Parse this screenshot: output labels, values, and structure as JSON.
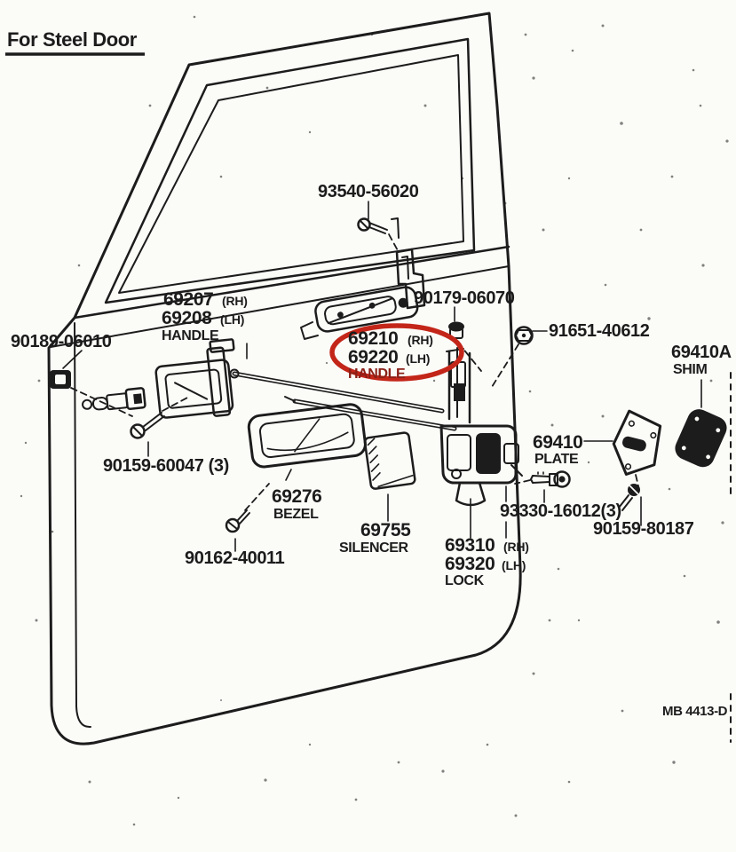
{
  "page": {
    "title": "For Steel Door",
    "doc_ref": "MB 4413-D",
    "accent_red": "#c32619",
    "ink": "#1c1c1c"
  },
  "parts": {
    "screw_handle_mount": {
      "number": "93540-56020"
    },
    "inside_handle": {
      "number_rh": "69207",
      "side_rh": "(RH)",
      "number_lh": "69208",
      "side_lh": "(LH)",
      "name": "HANDLE"
    },
    "handle_grommet": {
      "number": "90179-06070"
    },
    "outside_handle": {
      "number_rh": "69210",
      "side_rh": "(RH)",
      "number_lh": "69220",
      "side_lh": "(LH)",
      "name": "HANDLE",
      "highlighted": true
    },
    "lock_set_bolt": {
      "number": "91651-40612"
    },
    "shim": {
      "number": "69410A",
      "name": "SHIM"
    },
    "clip": {
      "number": "90189-06010"
    },
    "striker_plate": {
      "number": "69410",
      "name": "PLATE"
    },
    "handle_screw": {
      "number": "90159-60047 (3)"
    },
    "bezel": {
      "number": "69276",
      "name": "BEZEL"
    },
    "lock_bolt": {
      "number": "93330-16012(3)"
    },
    "plate_screw": {
      "number": "90159-80187"
    },
    "silencer": {
      "number": "69755",
      "name": "SILENCER"
    },
    "lock": {
      "number_rh": "69310",
      "side_rh": "(RH)",
      "number_lh": "69320",
      "side_lh": "(LH)",
      "name": "LOCK"
    },
    "bezel_screw": {
      "number": "90162-40011"
    }
  }
}
